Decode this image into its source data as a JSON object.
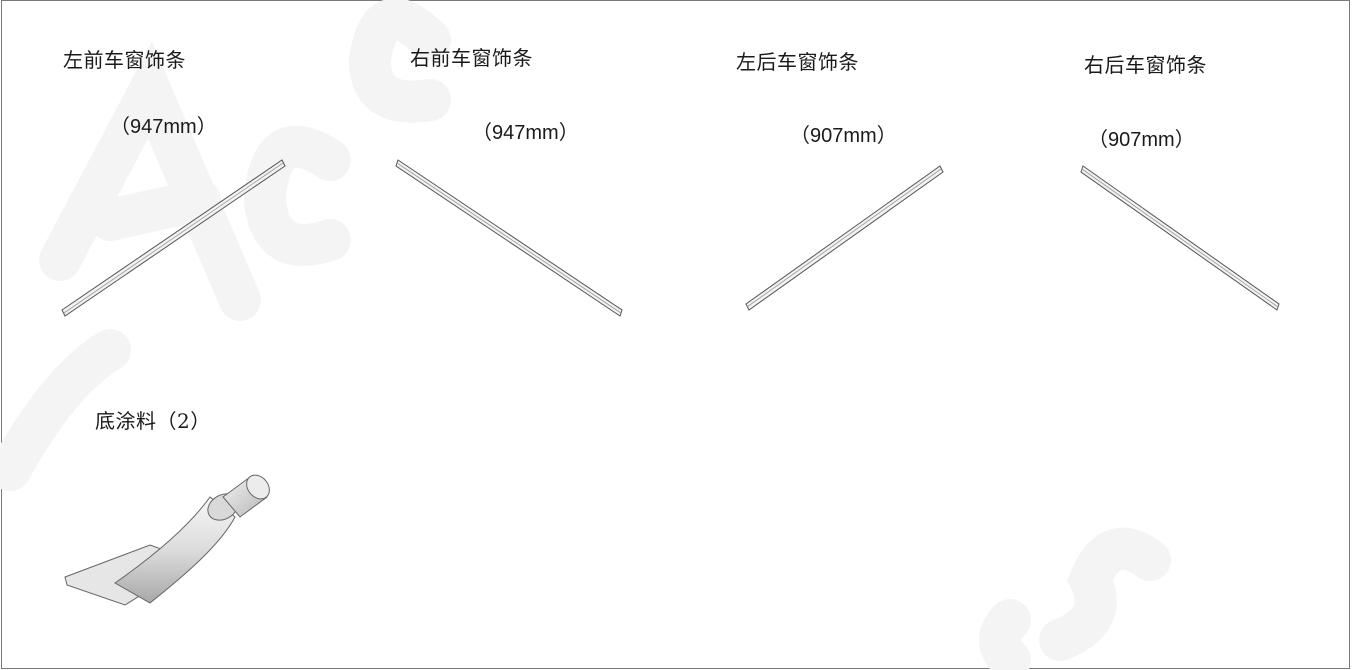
{
  "parts": [
    {
      "name": "左前车窗饰条",
      "length": "（947mm）"
    },
    {
      "name": "右前车窗饰条",
      "length": "（947mm）"
    },
    {
      "name": "左后车窗饰条",
      "length": "（907mm）"
    },
    {
      "name": "右后车窗饰条",
      "length": "（907mm）"
    },
    {
      "name": "底涂料（2）"
    }
  ],
  "watermark_text": "Accessories"
}
